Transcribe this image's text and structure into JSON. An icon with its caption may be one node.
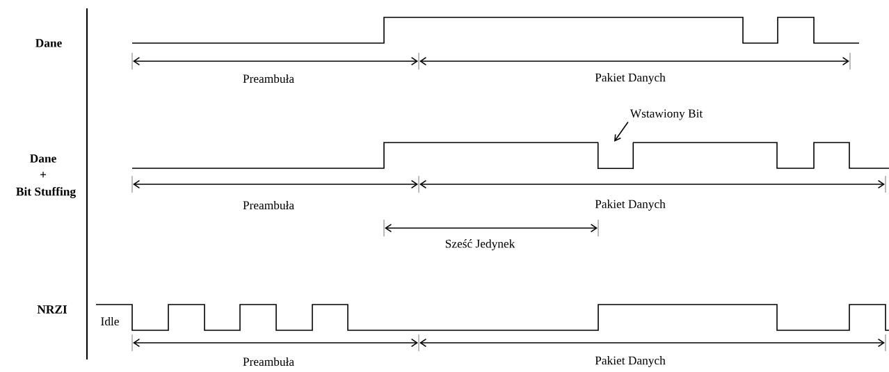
{
  "diagram": {
    "nodes": [
      {
        "text": [
          "Wstawiony Bit"
        ]
      },
      {
        "text": [],
        "shape": "pulse"
      }
    ],
    "edges": [
      {
        "from": 0,
        "to": 1,
        "arrow": "to"
      }
    ],
    "labels": [
      "Dane",
      "Preambuła",
      "Pakiet Danych",
      "Dane",
      "+",
      "Bit Stuffing",
      "Preambuła",
      "Pakiet Danych",
      "Sześć Jedynek",
      "NRZI",
      "Idle",
      "Preambuła",
      "Pakiet Danych"
    ]
  }
}
